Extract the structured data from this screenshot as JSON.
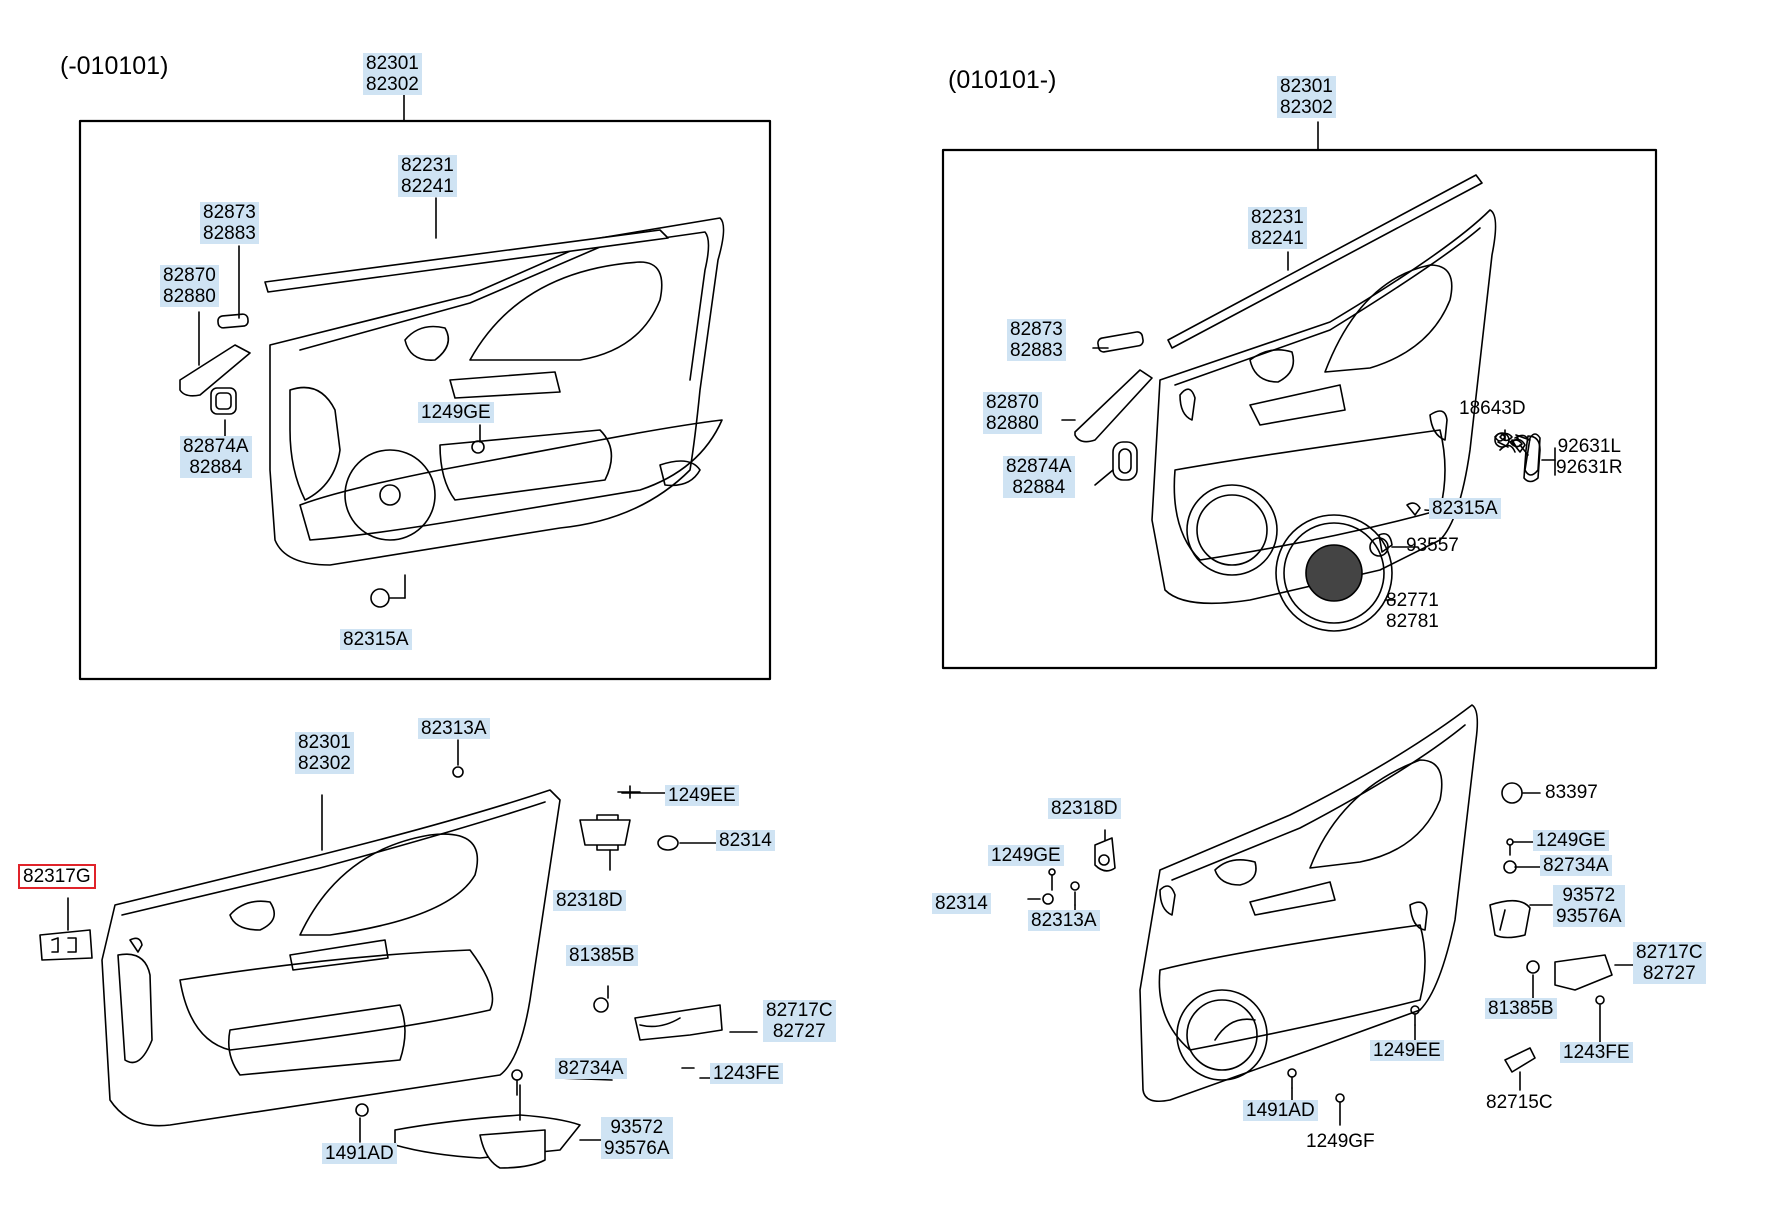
{
  "sections": {
    "top_left": {
      "title": "(-010101)"
    },
    "top_right": {
      "title": "(010101-)"
    }
  },
  "callouts": {
    "tl_82301": [
      "82301",
      "82302"
    ],
    "tl_82231": [
      "82231",
      "82241"
    ],
    "tl_82873": [
      "82873",
      "82883"
    ],
    "tl_82870": [
      "82870",
      "82880"
    ],
    "tl_1249GE": [
      "1249GE"
    ],
    "tl_82874A": [
      "82874A",
      "82884"
    ],
    "tl_82315A": [
      "82315A"
    ],
    "tr_82301": [
      "82301",
      "82302"
    ],
    "tr_82231": [
      "82231",
      "82241"
    ],
    "tr_82873": [
      "82873",
      "82883"
    ],
    "tr_82870": [
      "82870",
      "82880"
    ],
    "tr_82874A": [
      "82874A",
      "82884"
    ],
    "tr_18643D": [
      "18643D"
    ],
    "tr_92631L": [
      "92631L",
      "92631R"
    ],
    "tr_82315A": [
      "82315A"
    ],
    "tr_93557": [
      "93557"
    ],
    "tr_82771": [
      "82771",
      "82781"
    ],
    "bl_82301": [
      "82301",
      "82302"
    ],
    "bl_82313A": [
      "82313A"
    ],
    "bl_1249EE": [
      "1249EE"
    ],
    "bl_82314": [
      "82314"
    ],
    "bl_82318D": [
      "82318D"
    ],
    "bl_82317G": [
      "82317G"
    ],
    "bl_81385B": [
      "81385B"
    ],
    "bl_82717C": [
      "82717C",
      "82727"
    ],
    "bl_82734A": [
      "82734A"
    ],
    "bl_1243FE": [
      "1243FE"
    ],
    "bl_1491AD": [
      "1491AD"
    ],
    "bl_93572": [
      "93572",
      "93576A"
    ],
    "br_82318D": [
      "82318D"
    ],
    "br_1249GE": [
      "1249GE"
    ],
    "br_82314": [
      "82314"
    ],
    "br_82313A": [
      "82313A"
    ],
    "br_83397": [
      "83397"
    ],
    "br_1249GE_b": [
      "1249GE"
    ],
    "br_82734A": [
      "82734A"
    ],
    "br_93572": [
      "93572",
      "93576A"
    ],
    "br_82717C": [
      "82717C",
      "82727"
    ],
    "br_81385B": [
      "81385B"
    ],
    "br_1243FE": [
      "1243FE"
    ],
    "br_1249EE": [
      "1249EE"
    ],
    "br_1491AD": [
      "1491AD"
    ],
    "br_1249GF": [
      "1249GF"
    ],
    "br_82715C": [
      "82715C"
    ]
  },
  "highlight": {
    "part": "82317G",
    "color": "#e0232a"
  },
  "colors": {
    "label_bg": "#cfe3f3",
    "line": "#000000"
  }
}
